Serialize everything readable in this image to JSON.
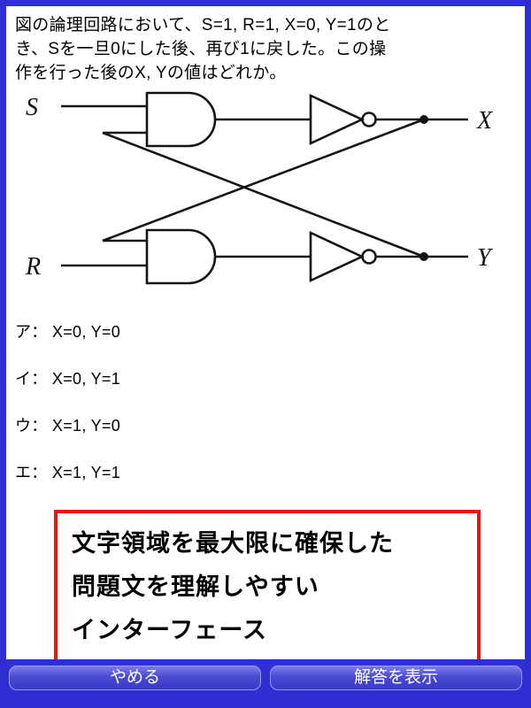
{
  "question": {
    "lines": [
      "図の論理回路において、S=1, R=1, X=0, Y=1のと",
      "き、Sを一旦0にした後、再び1に戻した。この操",
      "作を行った後のX, Yの値はどれか。"
    ]
  },
  "circuit": {
    "labels": {
      "s": "S",
      "r": "R",
      "x": "X",
      "y": "Y"
    }
  },
  "options": [
    "ア： X=0, Y=0",
    "イ： X=0, Y=1",
    "ウ： X=1, Y=0",
    "エ： X=1, Y=1"
  ],
  "banner": {
    "lines": [
      "文字領域を最大限に確保した",
      "問題文を理解しやすい",
      "インターフェース"
    ],
    "border_color": "#e81515"
  },
  "footer": {
    "quit_label": "やめる",
    "show_answer_label": "解答を表示"
  },
  "colors": {
    "frame": "#2e2ed2",
    "button": "#4a4ad2",
    "content_bg": "#ffffff",
    "text": "#000000"
  }
}
